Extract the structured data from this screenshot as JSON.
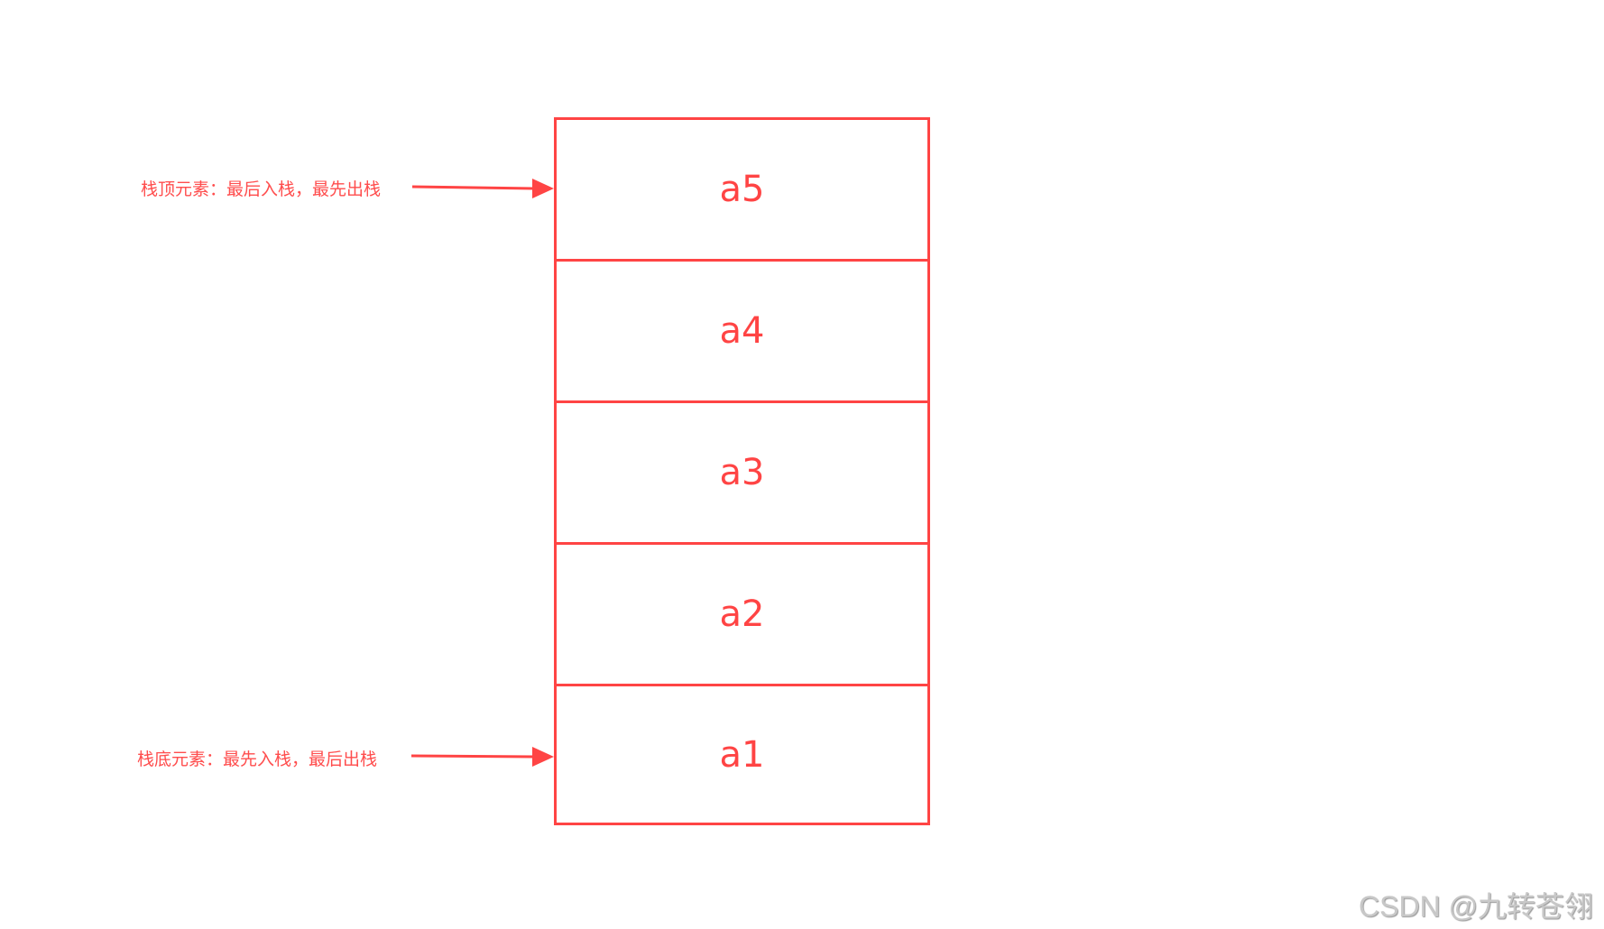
{
  "accent_color": "#ff4444",
  "stack": {
    "cells": [
      "a5",
      "a4",
      "a3",
      "a2",
      "a1"
    ]
  },
  "annotations": {
    "top": "栈顶元素：最后入栈，最先出栈",
    "bottom": "栈底元素：最先入栈，最后出栈"
  },
  "watermark": "CSDN @九转苍翎"
}
